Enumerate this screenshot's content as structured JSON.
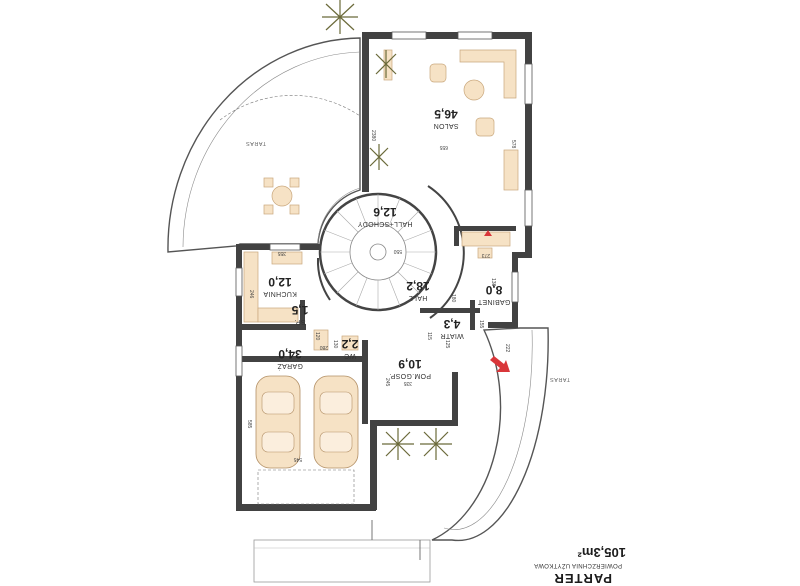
{
  "title_block": {
    "name": "PARTER",
    "subtitle": "POWIERZCHNIA UŻYTKOWA",
    "area": "105,3m²"
  },
  "terraces": [
    {
      "label": "TARAS"
    },
    {
      "label": "TARAS"
    }
  ],
  "rooms": {
    "salon": {
      "name": "SALON",
      "area": "46,5"
    },
    "hall_schody": {
      "name": "HALL+SCHODY",
      "area": "12,6"
    },
    "kuchnia": {
      "name": "KUCHNIA",
      "area": "12,0"
    },
    "sp": {
      "name": "SP.",
      "area": "1,5"
    },
    "hall": {
      "name": "HALL",
      "area": "18,2"
    },
    "gabinet": {
      "name": "GABINET",
      "area": "8,0"
    },
    "wiatr": {
      "name": "WIATR",
      "area": "4,3"
    },
    "wc": {
      "name": "WC",
      "area": "2,2"
    },
    "pom_gosp": {
      "name": "POM.GOSP.",
      "area": "10,9"
    },
    "garaz": {
      "name": "GARAŻ",
      "area": "34,0"
    }
  },
  "dimensions": {
    "d1": "2380",
    "d2": "655",
    "d3": "578",
    "d4": "550",
    "d5": "355",
    "d6": "273",
    "d7": "222",
    "d8": "335",
    "d9": "545",
    "d10": "585",
    "d11": "246",
    "d12": "180",
    "d13": "245",
    "d14": "120",
    "d15": "130",
    "d16": "125",
    "d17": "155",
    "d18": "115",
    "d19": "280",
    "d20": "138"
  },
  "colors": {
    "wall": "#424242",
    "furniture": "#f6e2c5",
    "entrance_arrow": "#d9363a"
  },
  "icons": [
    "palm-plant-icon",
    "entrance-arrow-icon",
    "car-icon",
    "fireplace-icon"
  ]
}
